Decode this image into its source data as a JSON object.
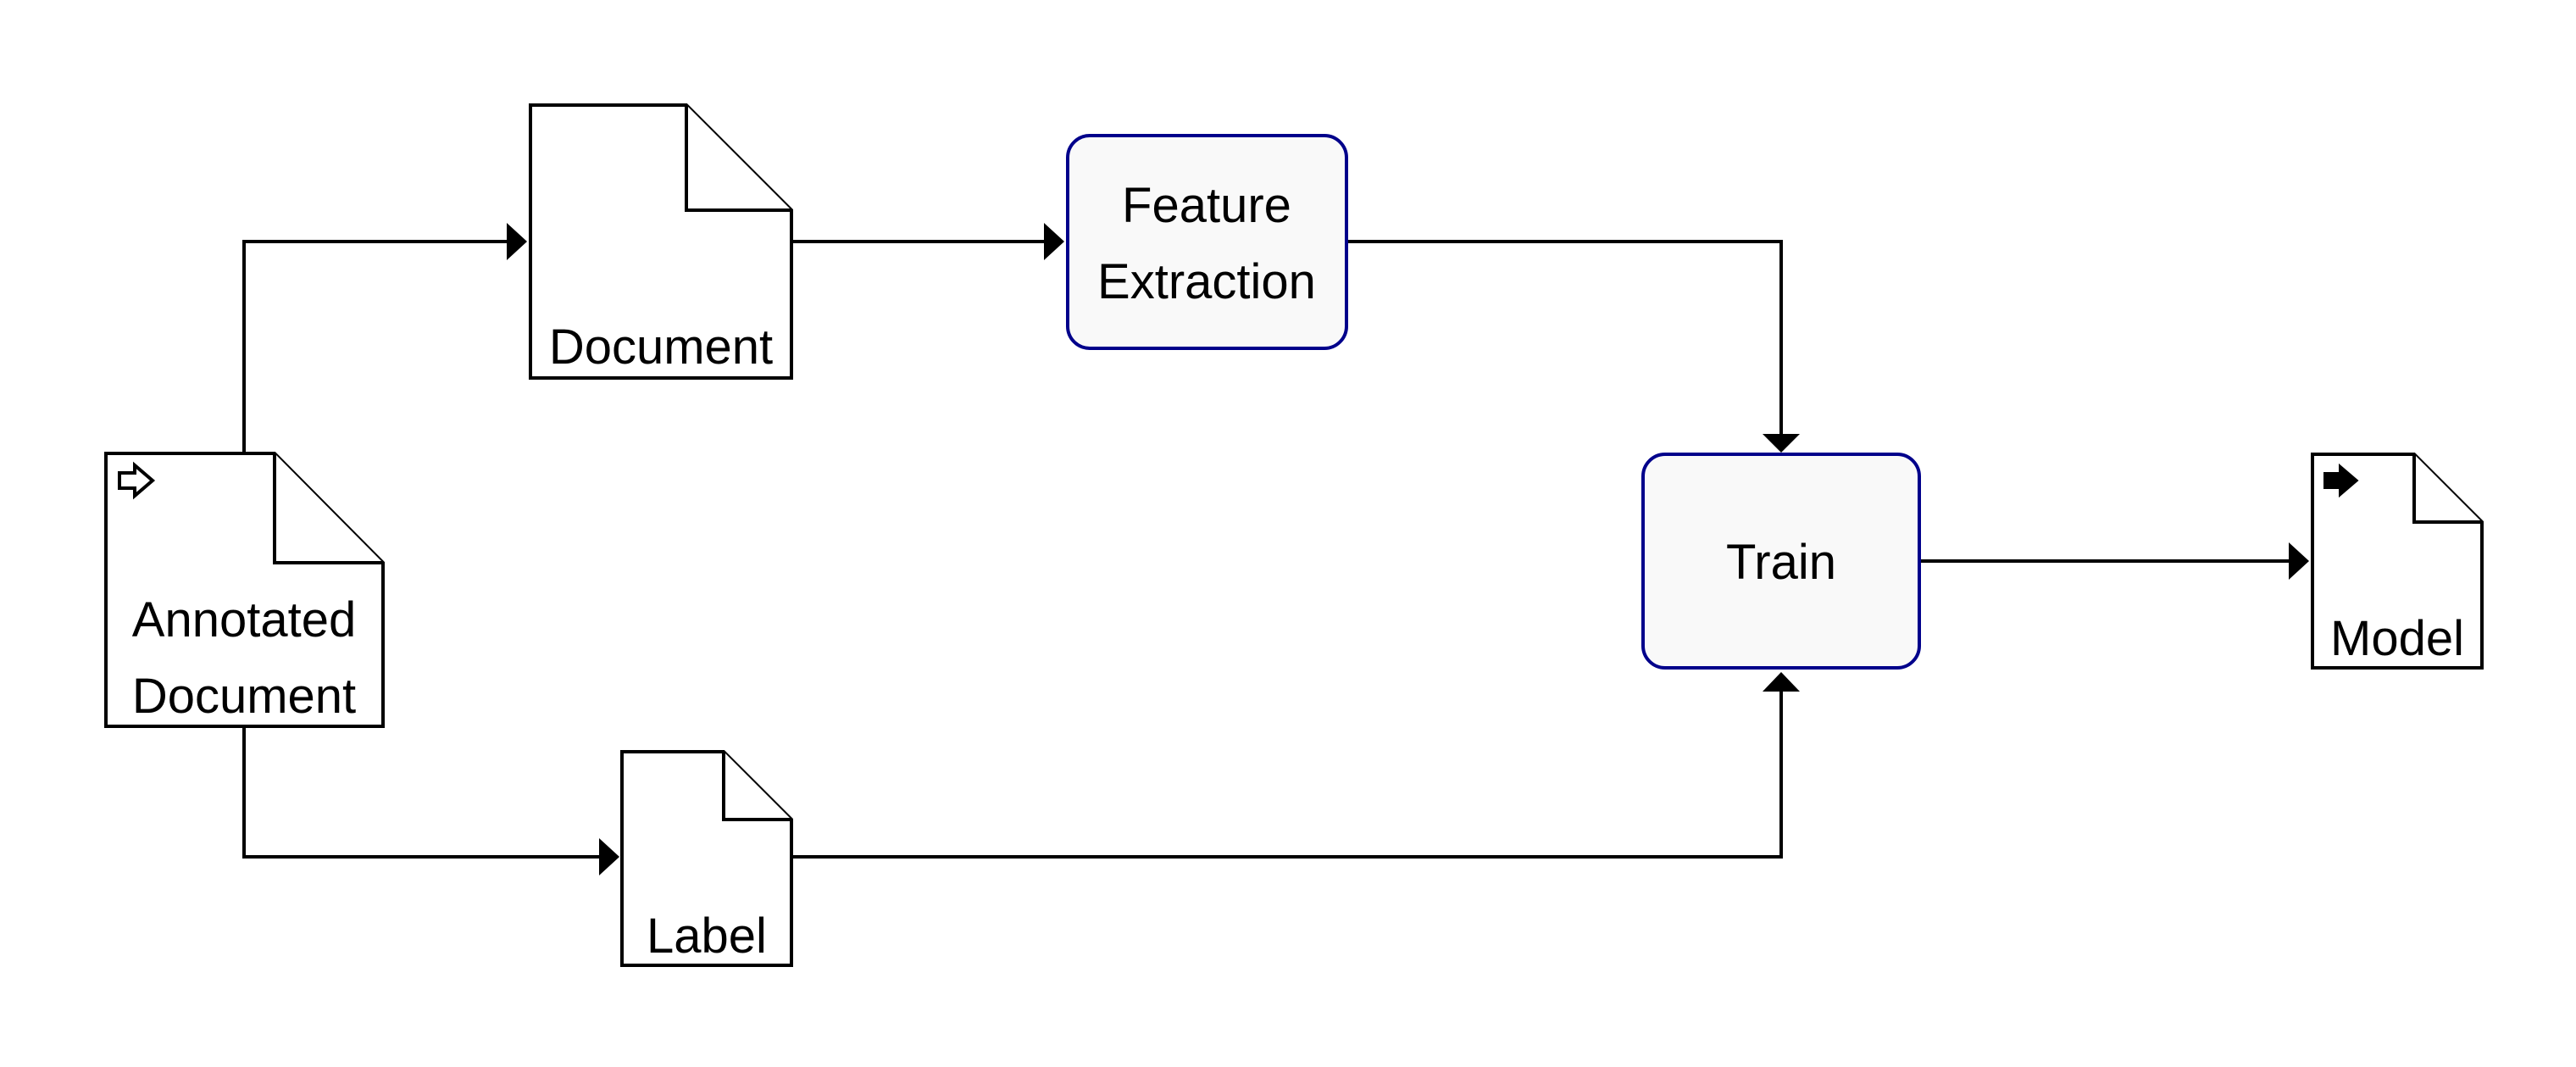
{
  "nodes": {
    "annotated_document": {
      "lines": [
        "Annotated",
        "Document"
      ],
      "icon": "input-arrow-outline-icon"
    },
    "document": {
      "lines": [
        "Document"
      ]
    },
    "label": {
      "lines": [
        "Label"
      ]
    },
    "feature_extraction": {
      "lines": [
        "Feature",
        "Extraction"
      ]
    },
    "train": {
      "lines": [
        "Train"
      ]
    },
    "model": {
      "lines": [
        "Model"
      ],
      "icon": "output-arrow-filled-icon"
    }
  },
  "edges": [
    {
      "from": "annotated_document",
      "to": "document"
    },
    {
      "from": "annotated_document",
      "to": "label"
    },
    {
      "from": "document",
      "to": "feature_extraction"
    },
    {
      "from": "feature_extraction",
      "to": "train"
    },
    {
      "from": "label",
      "to": "train"
    },
    {
      "from": "train",
      "to": "model"
    }
  ],
  "colors": {
    "process_border": "#00008b",
    "process_fill": "#f9f9f9",
    "document_border": "#000000",
    "document_fill": "#ffffff",
    "edge": "#000000"
  }
}
